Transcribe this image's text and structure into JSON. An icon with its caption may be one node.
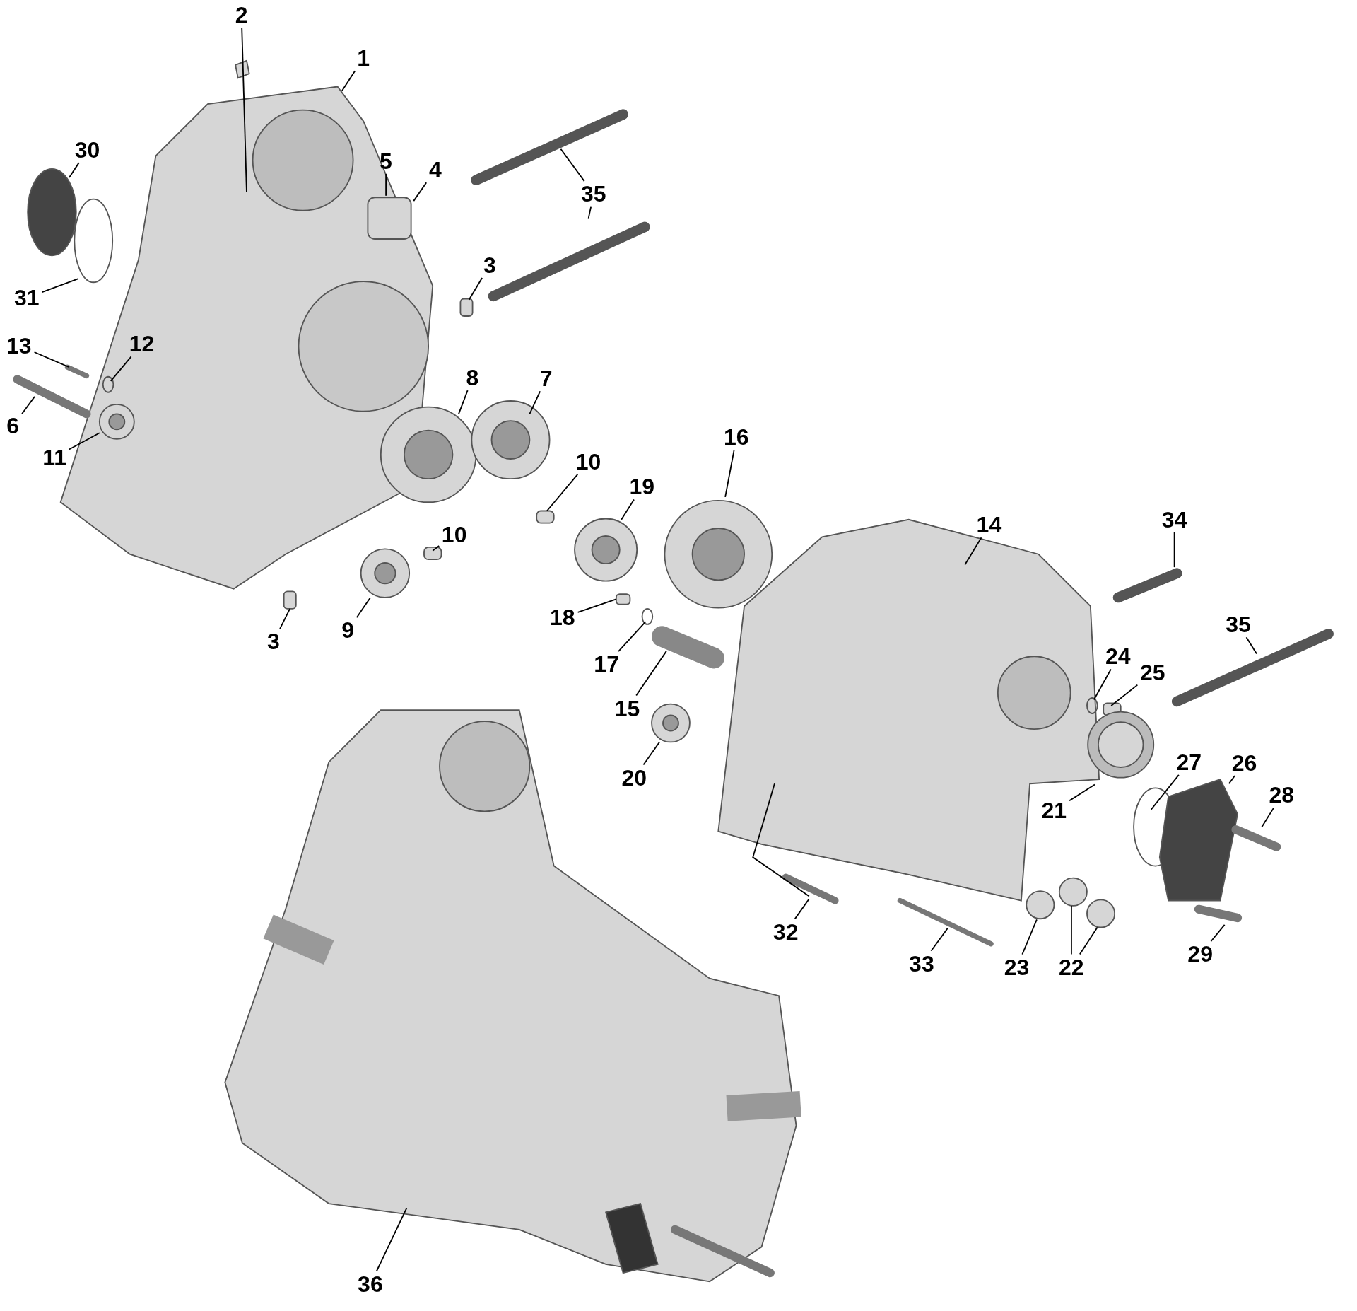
{
  "diagram": {
    "nodes": [
      {
        "text": [
          "1"
        ]
      },
      {
        "text": [
          "2"
        ]
      },
      {
        "text": [
          "30"
        ]
      },
      {
        "text": [
          "5"
        ]
      },
      {
        "text": [
          "4"
        ]
      },
      {
        "text": [
          "35"
        ]
      },
      {
        "text": [
          "31"
        ]
      },
      {
        "text": [
          "3"
        ]
      },
      {
        "text": [
          "13"
        ]
      },
      {
        "text": [
          "12"
        ]
      },
      {
        "text": [
          "6"
        ]
      },
      {
        "text": [
          "11"
        ]
      },
      {
        "text": [
          "8"
        ]
      },
      {
        "text": [
          "7"
        ]
      },
      {
        "text": [
          "10"
        ]
      },
      {
        "text": [
          "16"
        ]
      },
      {
        "text": [
          "19"
        ]
      },
      {
        "text": [
          "10"
        ]
      },
      {
        "text": [
          "14"
        ]
      },
      {
        "text": [
          "34"
        ]
      },
      {
        "text": [
          "18"
        ]
      },
      {
        "text": [
          "3"
        ]
      },
      {
        "text": [
          "9"
        ]
      },
      {
        "text": [
          "17"
        ]
      },
      {
        "text": [
          "35"
        ]
      },
      {
        "text": [
          "24"
        ]
      },
      {
        "text": [
          "25"
        ]
      },
      {
        "text": [
          "15"
        ]
      },
      {
        "text": [
          "20"
        ]
      },
      {
        "text": [
          "27"
        ]
      },
      {
        "text": [
          "26"
        ]
      },
      {
        "text": [
          "21"
        ]
      },
      {
        "text": [
          "28"
        ]
      },
      {
        "text": [
          "32"
        ]
      },
      {
        "text": [
          "33"
        ]
      },
      {
        "text": [
          "23"
        ]
      },
      {
        "text": [
          "22"
        ]
      },
      {
        "text": [
          "29"
        ]
      },
      {
        "text": [
          "36"
        ]
      }
    ],
    "edges": [
      {
        "from": 0,
        "to": null,
        "arrow": "none"
      },
      {
        "from": 1,
        "to": null,
        "arrow": "none"
      },
      {
        "from": 2,
        "to": null,
        "arrow": "none"
      },
      {
        "from": 3,
        "to": null,
        "arrow": "none"
      },
      {
        "from": 4,
        "to": null,
        "arrow": "none"
      },
      {
        "from": 5,
        "to": null,
        "arrow": "none"
      },
      {
        "from": 5,
        "to": null,
        "arrow": "none"
      },
      {
        "from": 6,
        "to": null,
        "arrow": "none"
      },
      {
        "from": 7,
        "to": null,
        "arrow": "none"
      },
      {
        "from": 8,
        "to": null,
        "arrow": "none"
      },
      {
        "from": 9,
        "to": null,
        "arrow": "none"
      },
      {
        "from": 10,
        "to": null,
        "arrow": "none"
      },
      {
        "from": 11,
        "to": null,
        "arrow": "none"
      },
      {
        "from": 12,
        "to": null,
        "arrow": "none"
      },
      {
        "from": 13,
        "to": null,
        "arrow": "none"
      },
      {
        "from": 14,
        "to": null,
        "arrow": "none"
      },
      {
        "from": 15,
        "to": null,
        "arrow": "none"
      },
      {
        "from": 16,
        "to": null,
        "arrow": "none"
      },
      {
        "from": 17,
        "to": null,
        "arrow": "none"
      },
      {
        "from": 18,
        "to": null,
        "arrow": "none"
      },
      {
        "from": 19,
        "to": null,
        "arrow": "none"
      },
      {
        "from": 20,
        "to": null,
        "arrow": "none"
      },
      {
        "from": 21,
        "to": null,
        "arrow": "none"
      },
      {
        "from": 22,
        "to": null,
        "arrow": "none"
      },
      {
        "from": 23,
        "to": null,
        "arrow": "none"
      },
      {
        "from": 24,
        "to": null,
        "arrow": "none"
      },
      {
        "from": 25,
        "to": null,
        "arrow": "none"
      },
      {
        "from": 26,
        "to": null,
        "arrow": "none"
      },
      {
        "from": 27,
        "to": null,
        "arrow": "none"
      },
      {
        "from": 28,
        "to": null,
        "arrow": "none"
      },
      {
        "from": 29,
        "to": null,
        "arrow": "none"
      },
      {
        "from": 30,
        "to": null,
        "arrow": "none"
      },
      {
        "from": 31,
        "to": null,
        "arrow": "none"
      },
      {
        "from": 32,
        "to": null,
        "arrow": "none"
      },
      {
        "from": 33,
        "to": null,
        "arrow": "none"
      },
      {
        "from": 34,
        "to": null,
        "arrow": "none"
      },
      {
        "from": 35,
        "to": null,
        "arrow": "none"
      },
      {
        "from": 36,
        "to": null,
        "arrow": "none"
      },
      {
        "from": 36,
        "to": null,
        "arrow": "none"
      },
      {
        "from": 37,
        "to": null,
        "arrow": "none"
      },
      {
        "from": 38,
        "to": null,
        "arrow": "none"
      }
    ]
  }
}
